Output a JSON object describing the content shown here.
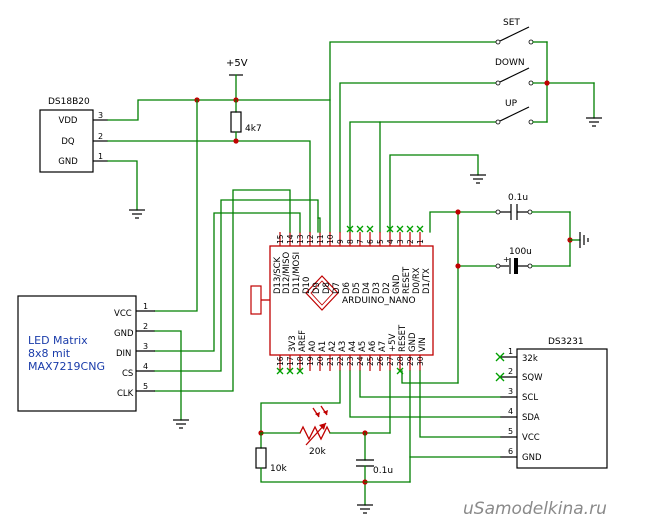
{
  "power": {
    "vcc": "+5V"
  },
  "ds18b20": {
    "title": "DS18B20",
    "pins": [
      {
        "num": "3",
        "label": "VDD"
      },
      {
        "num": "2",
        "label": "DQ"
      },
      {
        "num": "1",
        "label": "GND"
      }
    ]
  },
  "resistor_pullup": {
    "value": "4k7"
  },
  "switches": [
    {
      "label": "SET"
    },
    {
      "label": "DOWN"
    },
    {
      "label": "UP"
    }
  ],
  "capacitors": {
    "c1": "0.1u",
    "c2": "100u",
    "c3": "0.1u"
  },
  "led_matrix": {
    "lines": [
      "LED Matrix",
      "8x8 mit",
      "MAX7219CNG"
    ],
    "pins": [
      {
        "num": "1",
        "label": "VCC"
      },
      {
        "num": "2",
        "label": "GND"
      },
      {
        "num": "3",
        "label": "DIN"
      },
      {
        "num": "4",
        "label": "CS"
      },
      {
        "num": "5",
        "label": "CLK"
      }
    ]
  },
  "arduino": {
    "name": "ARDUINO_NANO",
    "top_pin_numbers": [
      "15",
      "14",
      "13",
      "12",
      "11",
      "10",
      "9",
      "8",
      "7",
      "6",
      "5",
      "4",
      "3",
      "2",
      "1"
    ],
    "top_pin_labels": [
      "D13/SCK",
      "D12/MISO",
      "D11/MOSI",
      "D10",
      "D9",
      "D8",
      "D7",
      "D6",
      "D5",
      "D4",
      "D3",
      "D2",
      "GND",
      "RESET",
      "D0/RX",
      "D1/TX"
    ],
    "bottom_pin_numbers": [
      "16",
      "17",
      "18",
      "19",
      "20",
      "21",
      "22",
      "23",
      "24",
      "25",
      "26",
      "27",
      "28",
      "29",
      "30"
    ],
    "bottom_pin_labels": [
      "3V3",
      "AREF",
      "A0",
      "A1",
      "A2",
      "A3",
      "A4",
      "A5",
      "A6",
      "A7",
      "+5V",
      "RESET",
      "GND",
      "VIN"
    ]
  },
  "ds3231": {
    "title": "DS3231",
    "pins": [
      {
        "num": "1",
        "label": "32k"
      },
      {
        "num": "2",
        "label": "SQW"
      },
      {
        "num": "3",
        "label": "SCL"
      },
      {
        "num": "4",
        "label": "SDA"
      },
      {
        "num": "5",
        "label": "VCC"
      },
      {
        "num": "6",
        "label": "GND"
      }
    ]
  },
  "photoresistor": {
    "value": "20k"
  },
  "resistor_pulldown": {
    "value": "10k"
  },
  "watermark": "uSamodelkina.ru"
}
